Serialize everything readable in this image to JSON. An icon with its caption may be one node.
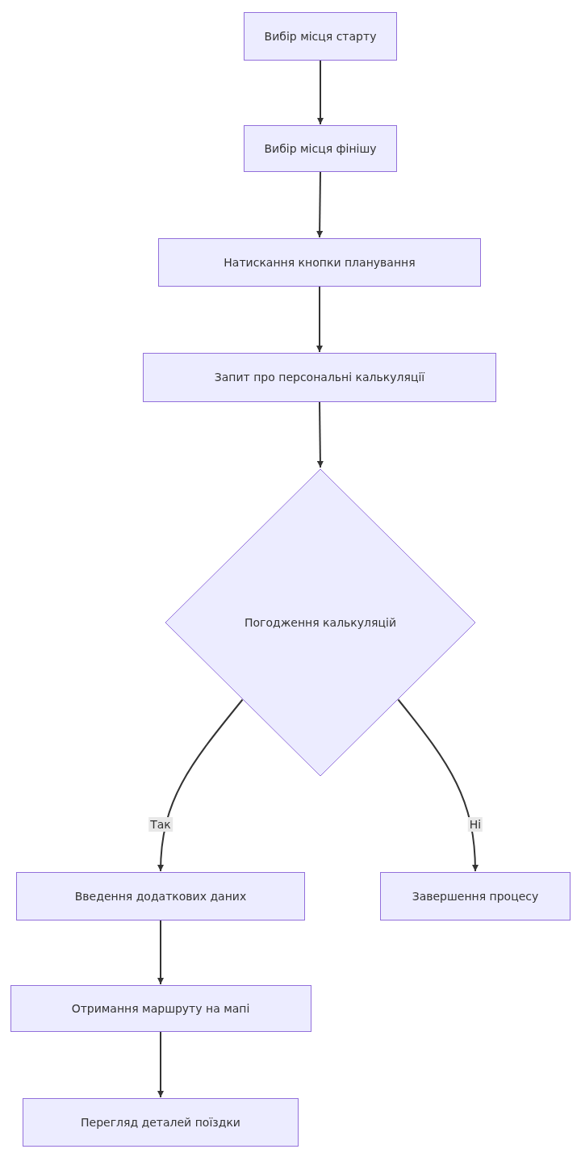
{
  "diagram": {
    "nodes": [
      {
        "text": [
          "Вибір місця старту"
        ]
      },
      {
        "text": [
          "Вибір місця фінішу"
        ]
      },
      {
        "text": [
          "Натискання кнопки планування"
        ]
      },
      {
        "text": [
          "Запит про персональні калькуляції"
        ]
      },
      {
        "text": [
          "Погодження калькуляцій"
        ]
      },
      {
        "text": [
          "Введення додаткових даних"
        ]
      },
      {
        "text": [
          "Завершення процесу"
        ]
      },
      {
        "text": [
          "Отримання маршруту на мапі"
        ]
      },
      {
        "text": [
          "Перегляд деталей поїздки"
        ]
      }
    ],
    "edges": [
      {
        "from": 0,
        "to": 1,
        "arrow": "to"
      },
      {
        "from": 1,
        "to": 2,
        "arrow": "to"
      },
      {
        "from": 2,
        "to": 3,
        "arrow": "to"
      },
      {
        "from": 3,
        "to": 4,
        "arrow": "to"
      },
      {
        "from": 4,
        "to": 5,
        "arrow": "to",
        "label": "Так"
      },
      {
        "from": 4,
        "to": 6,
        "arrow": "to",
        "label": "Ні"
      },
      {
        "from": 5,
        "to": 7,
        "arrow": "to"
      },
      {
        "from": 7,
        "to": 8,
        "arrow": "to"
      }
    ]
  }
}
